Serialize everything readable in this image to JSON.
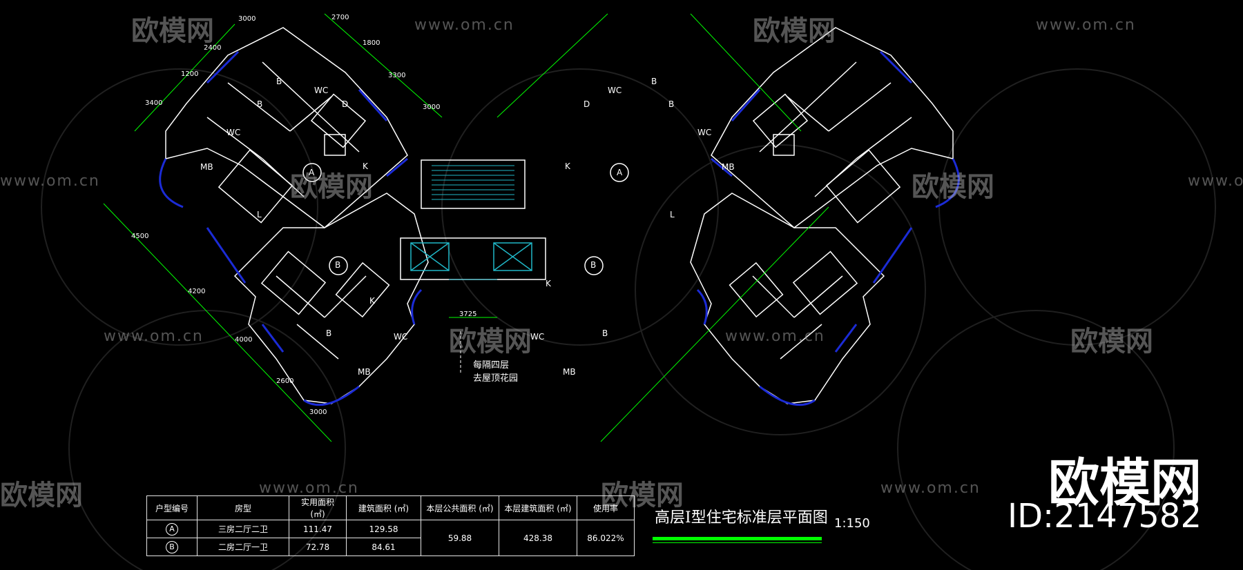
{
  "watermarks": {
    "url": "www.om.cn",
    "brand": "欧模网"
  },
  "plan": {
    "room_labels": [
      "B",
      "WC",
      "D",
      "B",
      "WC",
      "MB",
      "K",
      "L",
      "A",
      "B",
      "K",
      "B",
      "WC",
      "MB",
      "B",
      "WC",
      "D",
      "B",
      "WC",
      "MB",
      "K",
      "L",
      "A",
      "B",
      "K",
      "B",
      "WC",
      "MB"
    ],
    "dimension_labels": [
      "3000",
      "2700",
      "2400",
      "1800",
      "1200",
      "3300",
      "3400",
      "3000",
      "4500",
      "4200",
      "4000",
      "2600",
      "3000",
      "3725"
    ],
    "note_line1": "每隔四层",
    "note_line2": "去屋顶花园"
  },
  "table": {
    "headers": [
      "户型编号",
      "房型",
      "实用面积 (㎡)",
      "建筑面积 (㎡)",
      "本层公共面积 (㎡)",
      "本层建筑面积 (㎡)",
      "使用率"
    ],
    "rows": [
      {
        "unit": "A",
        "type": "三房二厅二卫",
        "usable": "111.47",
        "building": "129.58"
      },
      {
        "unit": "B",
        "type": "二房二厅一卫",
        "usable": "72.78",
        "building": "84.61"
      }
    ],
    "public_area": "59.88",
    "floor_area": "428.38",
    "usage_rate": "86.022%"
  },
  "drawing_title": "高层I型住宅标准层平面图",
  "scale": "1:150",
  "brand": {
    "name": "欧模网",
    "id": "ID:2147582"
  },
  "colors": {
    "background": "#000000",
    "wall": "#ffffff",
    "window": "#1b2bd6",
    "dimension": "#00ff00",
    "furniture": "#e8e8e8",
    "stair": "#20b8c8"
  }
}
